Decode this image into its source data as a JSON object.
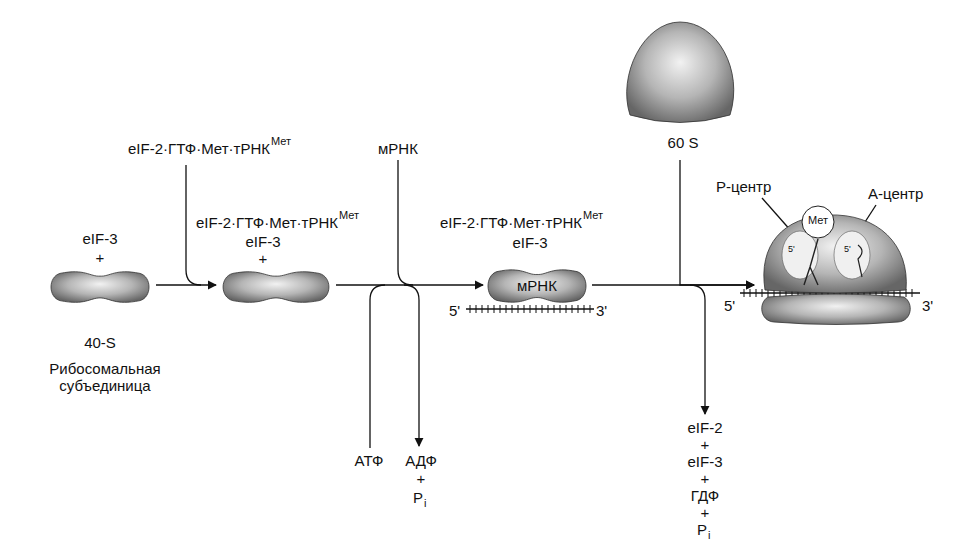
{
  "diagram": {
    "nodes": [
      {
        "text": [
          "eIF-3",
          "+",
          "40-S",
          "Рибосомальная субъединица"
        ]
      },
      {
        "text": [
          "eIF-2·ГТФ·Мет·тРНК",
          "Мет",
          "eIF-3",
          "+"
        ]
      },
      {
        "text": [
          "eIF-2·ГТФ·Мет·тРНК",
          "Мет",
          "eIF-3",
          "мРНК"
        ]
      },
      {
        "text": [
          "60 S"
        ]
      },
      {
        "text": [
          "Р-центр",
          "А-центр"
        ]
      },
      {
        "text": [
          "Мет"
        ],
        "in": 4
      }
    ],
    "edges": [
      {
        "from": 0,
        "to": 1,
        "arrow": "to"
      },
      {
        "from": 1,
        "to": 2,
        "arrow": "to"
      },
      {
        "from": 2,
        "to": 4,
        "arrow": "to"
      },
      {
        "from": 3,
        "to": 4,
        "arrow": "to"
      }
    ],
    "labels": [
      "eIF-2·ГТФ·Мет·тРНК",
      "Мет",
      "мРНК",
      "АТФ",
      "АДФ",
      "+",
      "P",
      "i",
      "5'",
      "3'",
      "5'",
      "3'",
      "5'",
      "5'",
      "eIF-2",
      "+",
      "eIF-3",
      "+",
      "ГДФ",
      "+",
      "P",
      "i"
    ]
  }
}
